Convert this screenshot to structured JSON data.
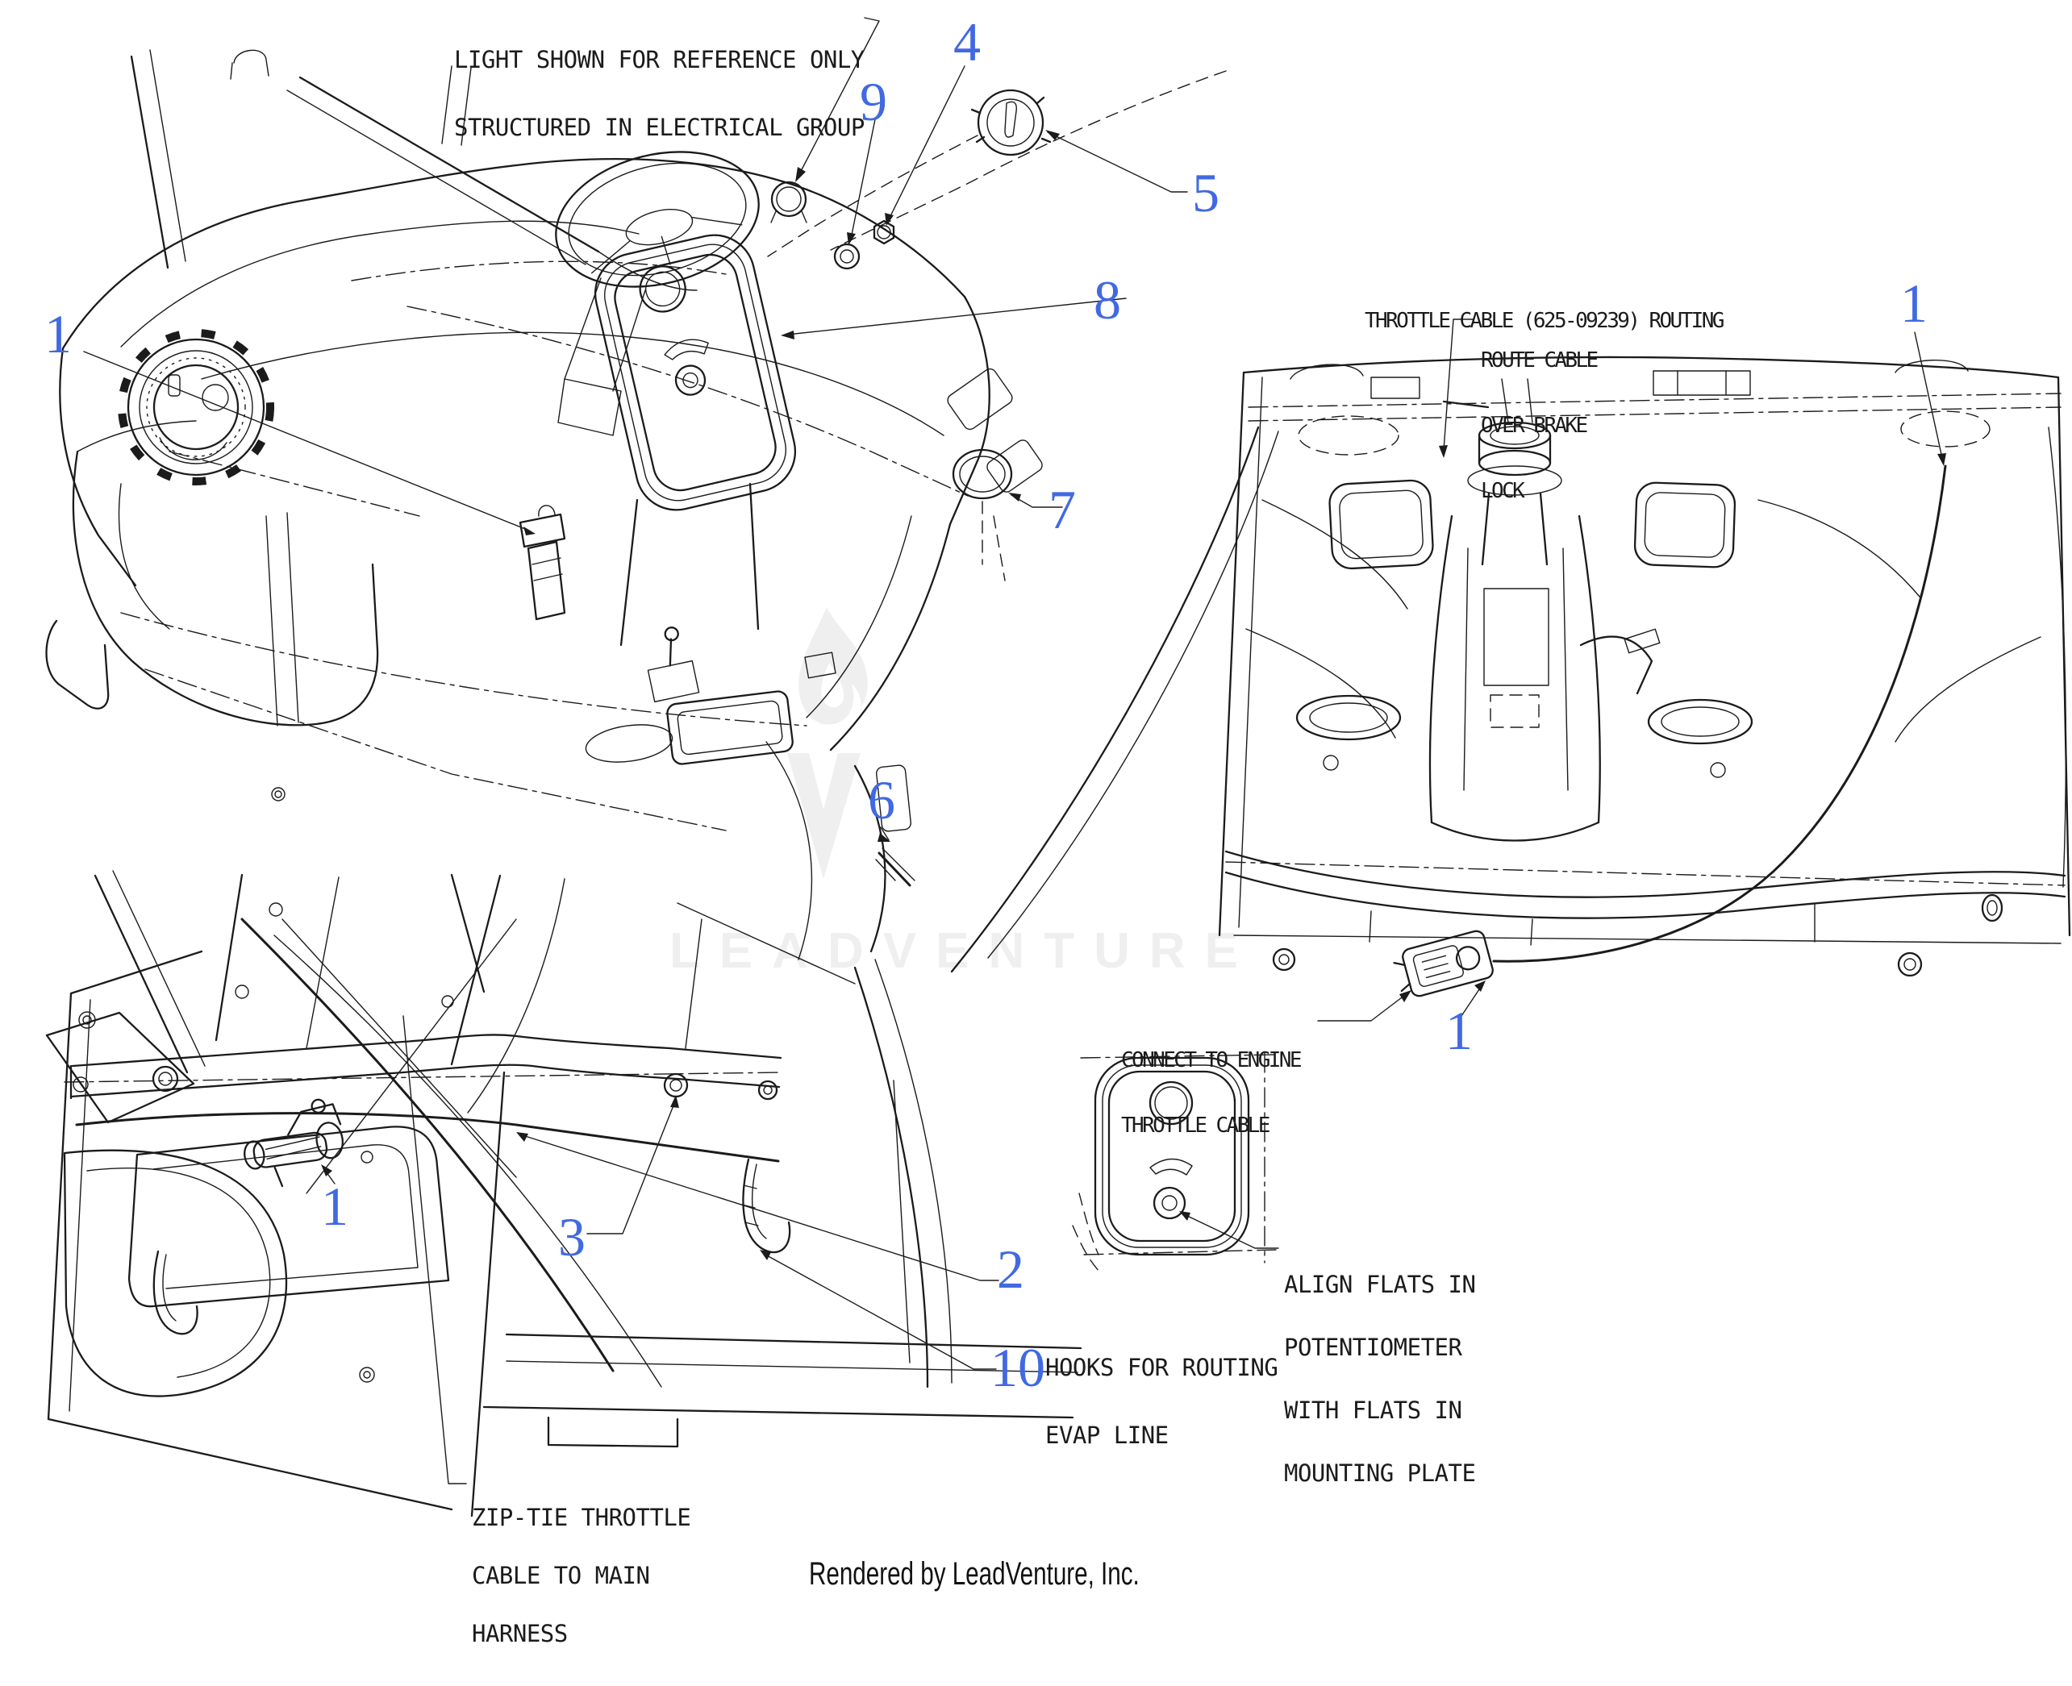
{
  "watermark": {
    "brand": "LEADVENTURE"
  },
  "footer": {
    "credit": "Rendered by LeadVenture, Inc."
  },
  "notes": {
    "light_ref": {
      "line1": "LIGHT SHOWN FOR REFERENCE ONLY",
      "line2": "STRUCTURED IN ELECTRICAL GROUP"
    },
    "routing_title": {
      "line1": "THROTTLE CABLE (625-09239) ROUTING"
    },
    "route_cable": {
      "line1": "ROUTE CABLE",
      "line2": "OVER BRAKE",
      "line3": "LOCK"
    },
    "connect_engine": {
      "line1": "CONNECT TO ENGINE",
      "line2": "THROTTLE CABLE"
    },
    "align_flats": {
      "line1": "ALIGN FLATS IN",
      "line2": "POTENTIOMETER",
      "line3": "WITH FLATS IN",
      "line4": "MOUNTING PLATE"
    },
    "hooks_evap": {
      "line1": "HOOKS FOR ROUTING",
      "line2": "EVAP LINE"
    },
    "zip_tie": {
      "line1": "ZIP-TIE THROTTLE",
      "line2": "CABLE TO MAIN",
      "line3": "HARNESS"
    }
  },
  "callouts": {
    "fuel_cap": "1",
    "light_washer": "9",
    "jam_nut": "4",
    "control_cap": "5",
    "dash_panel": "8",
    "o_ring": "7",
    "cable_upper": "1",
    "cable_clip": "6",
    "engine_connector": "1",
    "throttle_control": "1",
    "grommet": "3",
    "cable_lower": "2",
    "evap_hook": "10"
  },
  "colors": {
    "callout_blue": "#4169E1",
    "line_ink": "#1b1b1b",
    "watermark_gray": "#efefef"
  }
}
